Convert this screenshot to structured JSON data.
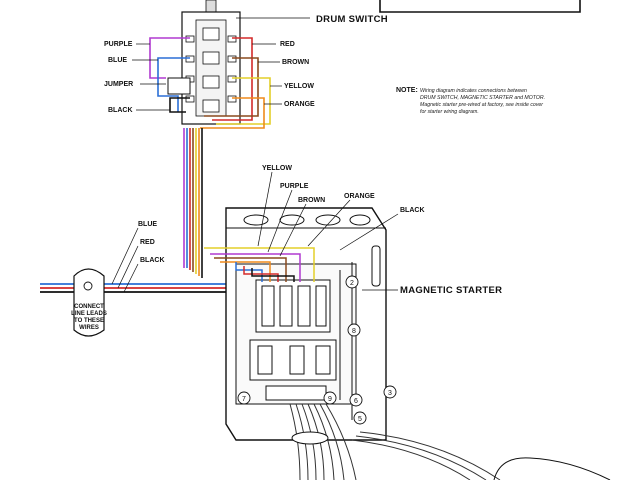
{
  "titles": {
    "drum_switch": "DRUM SWITCH",
    "magnetic_starter": "MAGNETIC STARTER"
  },
  "drum_labels": {
    "purple": "PURPLE",
    "blue": "BLUE",
    "jumper": "JUMPER",
    "black": "BLACK",
    "red": "RED",
    "brown": "BROWN",
    "yellow": "YELLOW",
    "orange": "ORANGE"
  },
  "starter_labels": {
    "yellow": "YELLOW",
    "purple": "PURPLE",
    "brown": "BROWN",
    "orange": "ORANGE",
    "black": "BLACK"
  },
  "line_labels": {
    "blue": "BLUE",
    "red": "RED",
    "black": "BLACK",
    "connect_1": "CONNECT",
    "connect_2": "LINE LEADS",
    "connect_3": "TO THESE",
    "connect_4": "WIRES"
  },
  "note": {
    "label": "NOTE:",
    "line1": "Wiring diagram indicates connections between",
    "line2": "DRUM SWITCH, MAGNETIC STARTER and MOTOR.",
    "line3": "Magnetic starter pre-wired at factory, see inside cover",
    "line4": "for starter wiring diagram."
  },
  "terminals": [
    "2",
    "8",
    "7",
    "9",
    "3",
    "6",
    "5"
  ],
  "colors": {
    "purple": "#b03ad0",
    "blue": "#2b6fd6",
    "red": "#d42a2a",
    "brown": "#8a4a1e",
    "yellow": "#e3cf2a",
    "orange": "#ef8a1c",
    "black": "#111111",
    "gray": "#9aa0a6"
  }
}
